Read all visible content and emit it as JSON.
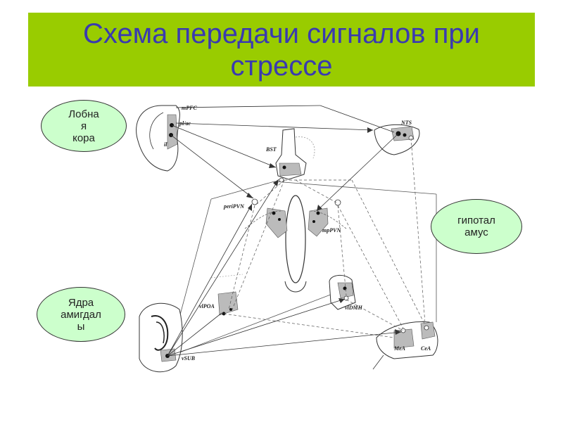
{
  "title": "Схема передачи сигналов при стрессе",
  "ovals": {
    "frontal": "Лобна\nя\nкора",
    "hypothalamus": "гипотал\nамус",
    "amygdala": "Ядра\nамигдал\nы"
  },
  "regions": {
    "mpfc": "mPFC",
    "plac": "pl/ac",
    "il": "il",
    "bst": "BST",
    "nts": "NTS",
    "periPVN": "periPVN",
    "mpPVN": "mpPVN",
    "vlPOA": "vlPOA",
    "vlDMH": "vlDMH",
    "vSUB": "vSUB",
    "mea": "MeA",
    "cea": "CeA"
  }
}
